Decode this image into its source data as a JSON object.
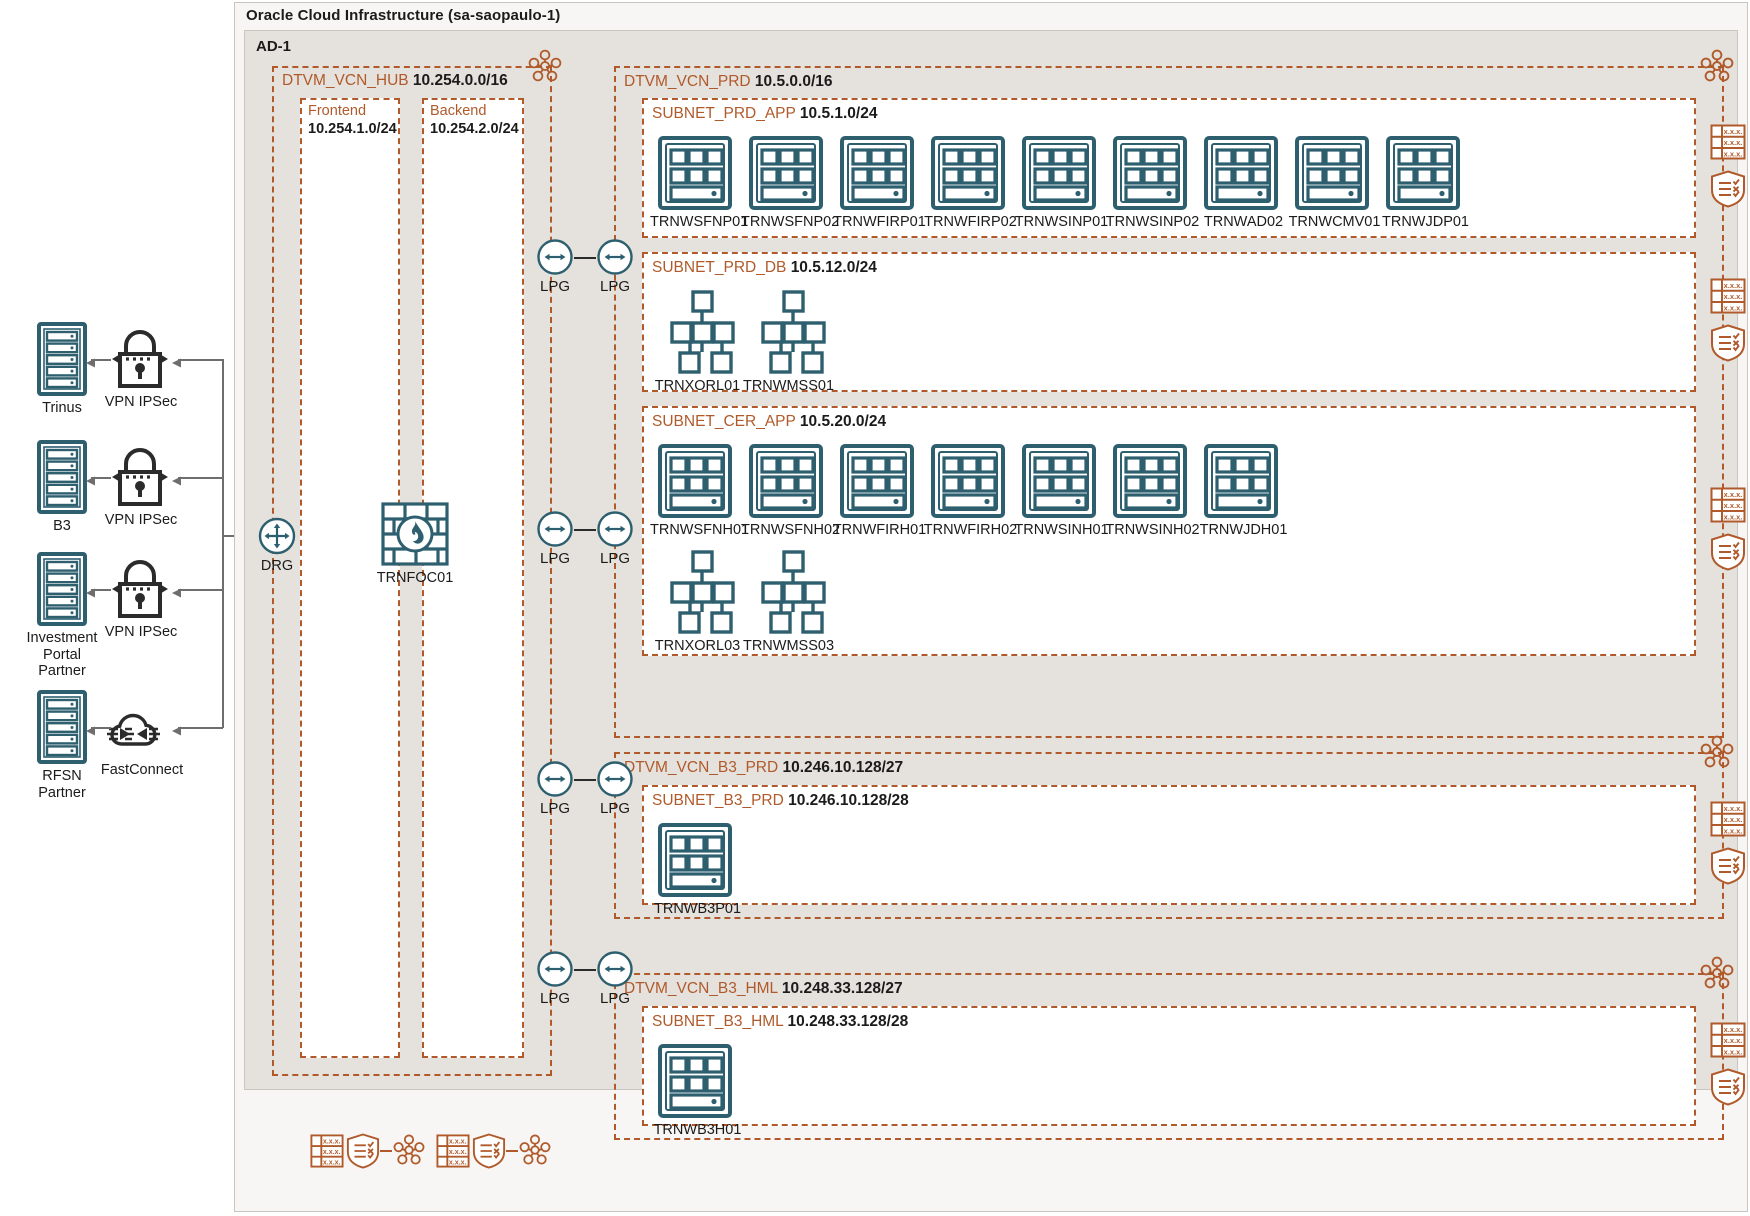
{
  "header": {
    "oci_title": "Oracle Cloud Infrastructure (sa-saopaulo-1)",
    "ad_title": "AD-1"
  },
  "colors": {
    "accent_orange": "#b05a2b",
    "teal": "#2d5f6f",
    "dark": "#2b2b2b",
    "panel_bg": "#e5e1dc",
    "outer_bg": "#f7f6f4"
  },
  "onprem": [
    {
      "name": "Trinus",
      "conn_label": "VPN IPSec",
      "conn_icon": "lock-icon",
      "node_icon": "server-rack-icon"
    },
    {
      "name": "B3",
      "conn_label": "VPN IPSec",
      "conn_icon": "lock-icon",
      "node_icon": "server-rack-icon"
    },
    {
      "name": "Investment Portal Partner",
      "conn_label": "VPN IPSec",
      "conn_icon": "lock-icon",
      "node_icon": "server-rack-icon"
    },
    {
      "name": "RFSN Partner",
      "conn_label": "FastConnect",
      "conn_icon": "cloud-icon",
      "node_icon": "server-rack-icon"
    }
  ],
  "hub": {
    "vcn_name": "DTVM_VCN_HUB",
    "vcn_cidr": "10.254.0.0/16",
    "drg_label": "DRG",
    "firewall_label": "TRNFOC01",
    "zones": [
      {
        "name": "Frontend",
        "cidr": "10.254.1.0/24"
      },
      {
        "name": "Backend",
        "cidr": "10.254.2.0/24"
      }
    ]
  },
  "lpg_label": "LPG",
  "vcns": [
    {
      "name": "DTVM_VCN_PRD",
      "cidr": "10.5.0.0/16",
      "subnets": [
        {
          "name": "SUBNET_PRD_APP",
          "cidr": "10.5.1.0/24",
          "rows": [
            {
              "icon": "app-server-icon",
              "nodes": [
                "TRNWSFNP01",
                "TRNWSFNP02",
                "TRNWFIRP01",
                "TRNWFIRP02",
                "TRNWSINP01",
                "TRNWSINP02",
                "TRNWAD02",
                "TRNWCMV01",
                "TRNWJDP01"
              ]
            }
          ]
        },
        {
          "name": "SUBNET_PRD_DB",
          "cidr": "10.5.12.0/24",
          "rows": [
            {
              "icon": "db-cluster-icon",
              "nodes": [
                "TRNXORL01",
                "TRNWMSS01"
              ]
            }
          ]
        },
        {
          "name": "SUBNET_CER_APP",
          "cidr": "10.5.20.0/24",
          "rows": [
            {
              "icon": "app-server-icon",
              "nodes": [
                "TRNWSFNH01",
                "TRNWSFNH02",
                "TRNWFIRH01",
                "TRNWFIRH02",
                "TRNWSINH01",
                "TRNWSINH02",
                "TRNWJDH01"
              ]
            },
            {
              "icon": "db-cluster-icon",
              "nodes": [
                "TRNXORL03",
                "TRNWMSS03"
              ]
            }
          ]
        }
      ]
    },
    {
      "name": "DTVM_VCN_B3_PRD",
      "cidr": "10.246.10.128/27",
      "subnets": [
        {
          "name": "SUBNET_B3_PRD",
          "cidr": "10.246.10.128/28",
          "rows": [
            {
              "icon": "app-server-icon",
              "nodes": [
                "TRNWB3P01"
              ]
            }
          ]
        }
      ]
    },
    {
      "name": "DTVM_VCN_B3_HML",
      "cidr": "10.248.33.128/27",
      "subnets": [
        {
          "name": "SUBNET_B3_HML",
          "cidr": "10.248.33.128/28",
          "rows": [
            {
              "icon": "app-server-icon",
              "nodes": [
                "TRNWB3H01"
              ]
            }
          ]
        }
      ]
    }
  ],
  "icon_names": {
    "route_table": "route-table-icon",
    "security_list": "security-list-icon",
    "gateway": "network-gateway-icon",
    "lpg": "local-peering-gateway-icon",
    "drg": "dynamic-routing-gateway-icon",
    "firewall": "firewall-icon"
  }
}
